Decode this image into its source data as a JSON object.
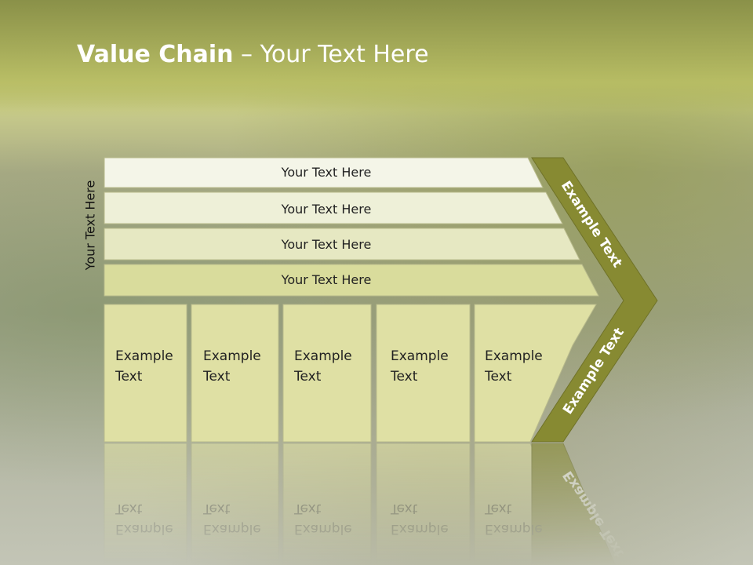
{
  "title": {
    "bold": "Value Chain",
    "rest": " – Your Text Here"
  },
  "side_label": "Your Text Here",
  "bars": [
    "Your Text Here",
    "Your Text Here",
    "Your Text Here",
    "Your Text Here"
  ],
  "boxes": [
    {
      "line1": "Example",
      "line2": "Text"
    },
    {
      "line1": "Example",
      "line2": "Text"
    },
    {
      "line1": "Example",
      "line2": "Text"
    },
    {
      "line1": "Example",
      "line2": "Text"
    },
    {
      "line1": "Example",
      "line2": "Text"
    }
  ],
  "arrow": {
    "upper": "Example Text",
    "lower": "Example Text"
  },
  "colors": {
    "bar_fills": [
      "#f4f5e8",
      "#eef0d8",
      "#e6e8c2",
      "#d9dc9c"
    ],
    "box_fill": "#dfe0a4",
    "arrow_fill": "#878a32",
    "border": "#b9bb8c"
  }
}
